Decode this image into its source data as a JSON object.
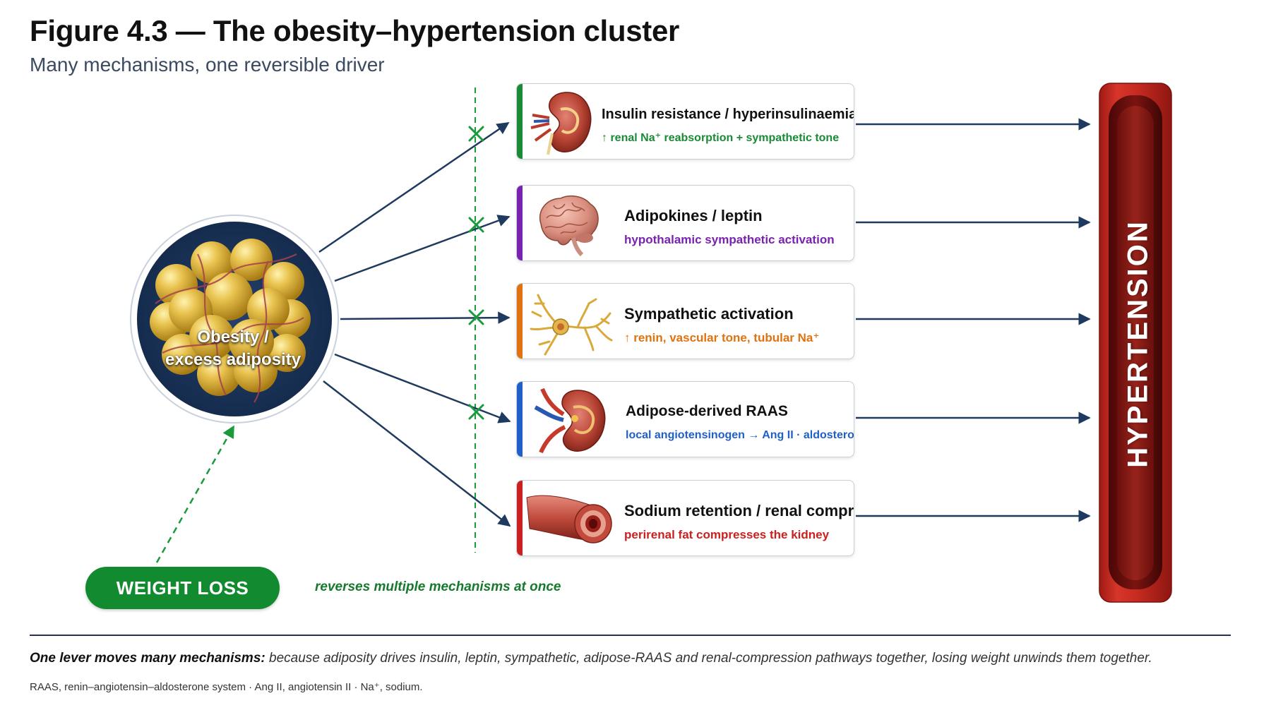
{
  "title": "Figure 4.3 — The obesity–hypertension cluster",
  "subtitle": "Many mechanisms, one reversible driver",
  "source_node": {
    "label_line1": "Obesity /",
    "label_line2": "excess adiposity"
  },
  "outcome": {
    "label": "HYPERTENSION"
  },
  "mechanisms": [
    {
      "title": "Insulin resistance / hyperinsulinaemia",
      "desc": "↑ renal Na⁺ reabsorption + sympathetic tone",
      "color": "#1a8a36",
      "icon": "kidney-icon"
    },
    {
      "title": "Adipokines / leptin",
      "desc": "hypothalamic sympathetic activation",
      "color": "#7a22b0",
      "icon": "brain-icon"
    },
    {
      "title": "Sympathetic activation",
      "desc": "↑ renin, vascular tone, tubular Na⁺",
      "color": "#e0720f",
      "icon": "neuron-icon"
    },
    {
      "title": "Adipose-derived RAAS",
      "desc": "local angiotensinogen → Ang II · aldosterone",
      "color": "#1f5fc9",
      "icon": "kidney-vessels-icon"
    },
    {
      "title": "Sodium retention / renal compression",
      "desc": "perirenal fat compresses the kidney",
      "color": "#cc1f1f",
      "icon": "vessel-icon"
    }
  ],
  "intervention": {
    "label": "WEIGHT LOSS",
    "note": "reverses multiple mechanisms at once"
  },
  "caption": {
    "lead": "One lever moves many mechanisms:",
    "text": " because adiposity drives insulin, leptin, sympathetic, adipose-RAAS and renal-compression pathways together, losing weight unwinds them together."
  },
  "footnote": "RAAS, renin–angiotensin–aldosterone system · Ang II, angiotensin II · Na⁺, sodium."
}
